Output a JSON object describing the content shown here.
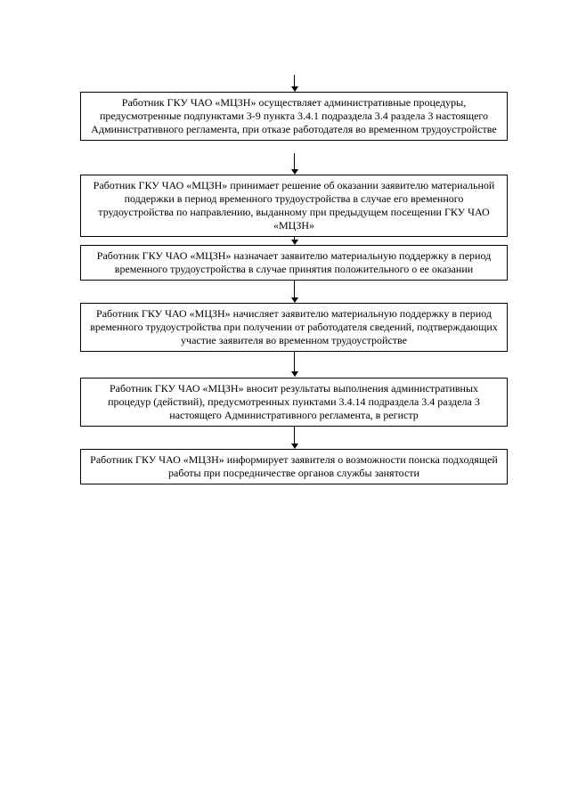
{
  "flowchart": {
    "boxes": [
      {
        "text": "Работник ГКУ ЧАО «МЦЗН» осуществляет административные процедуры, предусмотренные подпунктами 3-9 пункта 3.4.1 подраздела 3.4 раздела 3 настоящего Административного регламента, при отказе работодателя во временном трудоустройстве"
      },
      {
        "text": "Работник ГКУ ЧАО «МЦЗН» принимает решение об оказании заявителю материальной поддержки в период временного трудоустройства в случае его временного трудоустройства по направлению, выданному при предыдущем посещении ГКУ ЧАО «МЦЗН»"
      },
      {
        "text": "Работник ГКУ ЧАО «МЦЗН» назначает заявителю материальную поддержку в период временного трудоустройства в случае принятия положительного о ее оказании"
      },
      {
        "text": "Работник ГКУ ЧАО «МЦЗН» начисляет заявителю материальную поддержку в период временного трудоустройства при получении от работодателя сведений, подтверждающих участие заявителя во временном трудоустройстве"
      },
      {
        "text": "Работник ГКУ ЧАО «МЦЗН» вносит результаты выполнения административных процедур (действий), предусмотренных пунктами 3.4.14 подраздела 3.4 раздела 3 настоящего Административного регламента, в регистр"
      },
      {
        "text": "Работник ГКУ ЧАО «МЦЗН» информирует заявителя о возможности поиска подходящей работы при посредничестве органов службы занятости"
      }
    ],
    "colors": {
      "line": "#000000",
      "background": "#ffffff"
    }
  }
}
